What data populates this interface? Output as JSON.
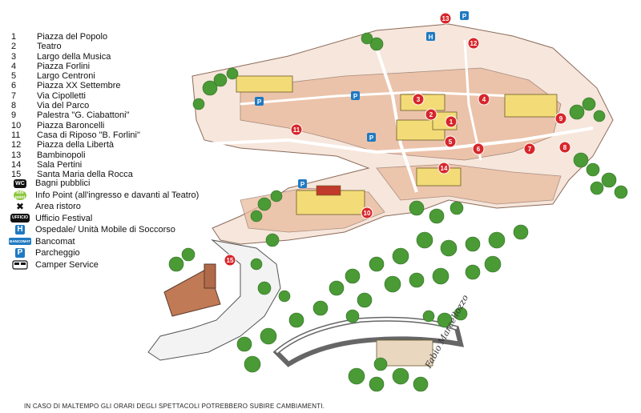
{
  "legend": {
    "places": [
      {
        "num": "1",
        "name": "Piazza del Popolo"
      },
      {
        "num": "2",
        "name": "Teatro"
      },
      {
        "num": "3",
        "name": "Largo della Musica"
      },
      {
        "num": "4",
        "name": "Piazza Forlini"
      },
      {
        "num": "5",
        "name": "Largo Centroni"
      },
      {
        "num": "6",
        "name": "Piazza XX Settembre"
      },
      {
        "num": "7",
        "name": "Via Cipolletti"
      },
      {
        "num": "8",
        "name": "Via del Parco"
      },
      {
        "num": "9",
        "name": "Palestra \"G. Ciabattoni\""
      },
      {
        "num": "10",
        "name": "Piazza Baroncelli"
      },
      {
        "num": "11",
        "name": "Casa di Riposo \"B. Forlini\""
      },
      {
        "num": "12",
        "name": "Piazza della Libertà"
      },
      {
        "num": "13",
        "name": "Bambinopoli"
      },
      {
        "num": "14",
        "name": "Sala Pertini"
      },
      {
        "num": "15",
        "name": "Santa Maria della Rocca"
      }
    ],
    "symbols": [
      {
        "icon": "wc",
        "label": "Bagni pubblici"
      },
      {
        "icon": "info",
        "label": "Info Point (all'ingresso e davanti al Teatro)"
      },
      {
        "icon": "food",
        "label": "Area ristoro"
      },
      {
        "icon": "ufficio",
        "label": "Ufficio Festival"
      },
      {
        "icon": "hospital",
        "label": "Ospedale/ Unità Mobile di Soccorso"
      },
      {
        "icon": "atm",
        "label": "Bancomat"
      },
      {
        "icon": "parking",
        "label": "Parcheggio"
      },
      {
        "icon": "camper",
        "label": "Camper Service"
      }
    ],
    "icon_text": {
      "wc": "WC",
      "ufficio": "UFFICIO",
      "hospital": "H",
      "parking": "P",
      "atm": "BANCOMAT",
      "info_line1": "Info",
      "info_line2": "point"
    }
  },
  "footer_note": "IN CASO DI MALTEMPO GLI ORARI DEGLI SPETTACOLI POTREBBERO SUBIRE CAMBIAMENTI.",
  "signature": "Fabio Marcellozzo",
  "markers": [
    {
      "num": "1"
    },
    {
      "num": "2"
    },
    {
      "num": "3"
    },
    {
      "num": "4"
    },
    {
      "num": "5"
    },
    {
      "num": "6"
    },
    {
      "num": "7"
    },
    {
      "num": "8"
    },
    {
      "num": "9"
    },
    {
      "num": "10"
    },
    {
      "num": "11"
    },
    {
      "num": "12"
    },
    {
      "num": "13"
    },
    {
      "num": "14"
    },
    {
      "num": "15"
    }
  ],
  "colors": {
    "marker_red": "#d7262b",
    "parking_blue": "#1f7ac2",
    "hospital_blue": "#1f7ac2",
    "tree_green": "#4a9a36",
    "roof_terracotta": "#c98a6a",
    "building_yellow": "#f3dc77",
    "info_green": "#8cc63f"
  }
}
